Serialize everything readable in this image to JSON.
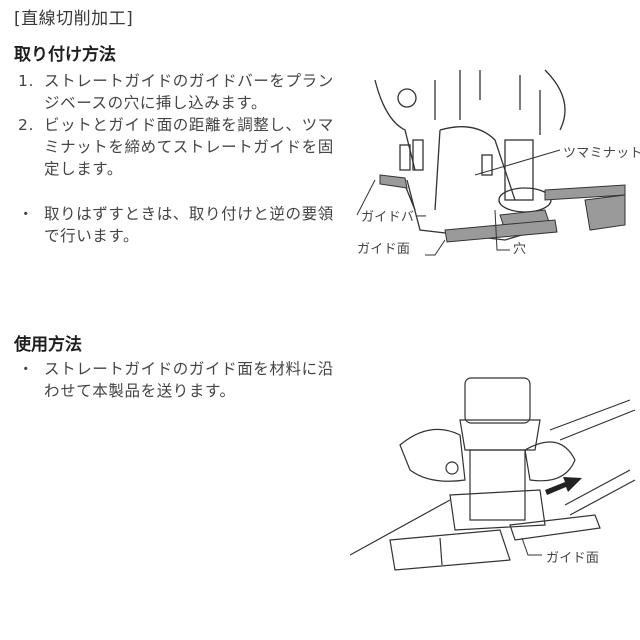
{
  "document": {
    "section_title": "[直線切削加工]",
    "attach": {
      "heading": "取り付け方法",
      "steps": [
        {
          "marker": "1.",
          "text": "ストレートガイドのガイドバーをプランジベースの穴に挿し込みます。"
        },
        {
          "marker": "2.",
          "text": "ビットとガイド面の距離を調整し、ツマミナットを締めてストレートガイドを固定します。"
        }
      ],
      "note": {
        "marker": "・",
        "text": "取りはずすときは、取り付けと逆の要領で行います。"
      },
      "figure": {
        "labels": {
          "knob_nut": "ツマミナット",
          "guide_bar": "ガイドバー",
          "guide_face": "ガイド面",
          "hole": "穴"
        }
      }
    },
    "usage": {
      "heading": "使用方法",
      "note": {
        "marker": "・",
        "text": "ストレートガイドのガイド面を材料に沿わせて本製品を送ります。"
      },
      "figure": {
        "labels": {
          "guide_face": "ガイド面"
        }
      }
    }
  }
}
